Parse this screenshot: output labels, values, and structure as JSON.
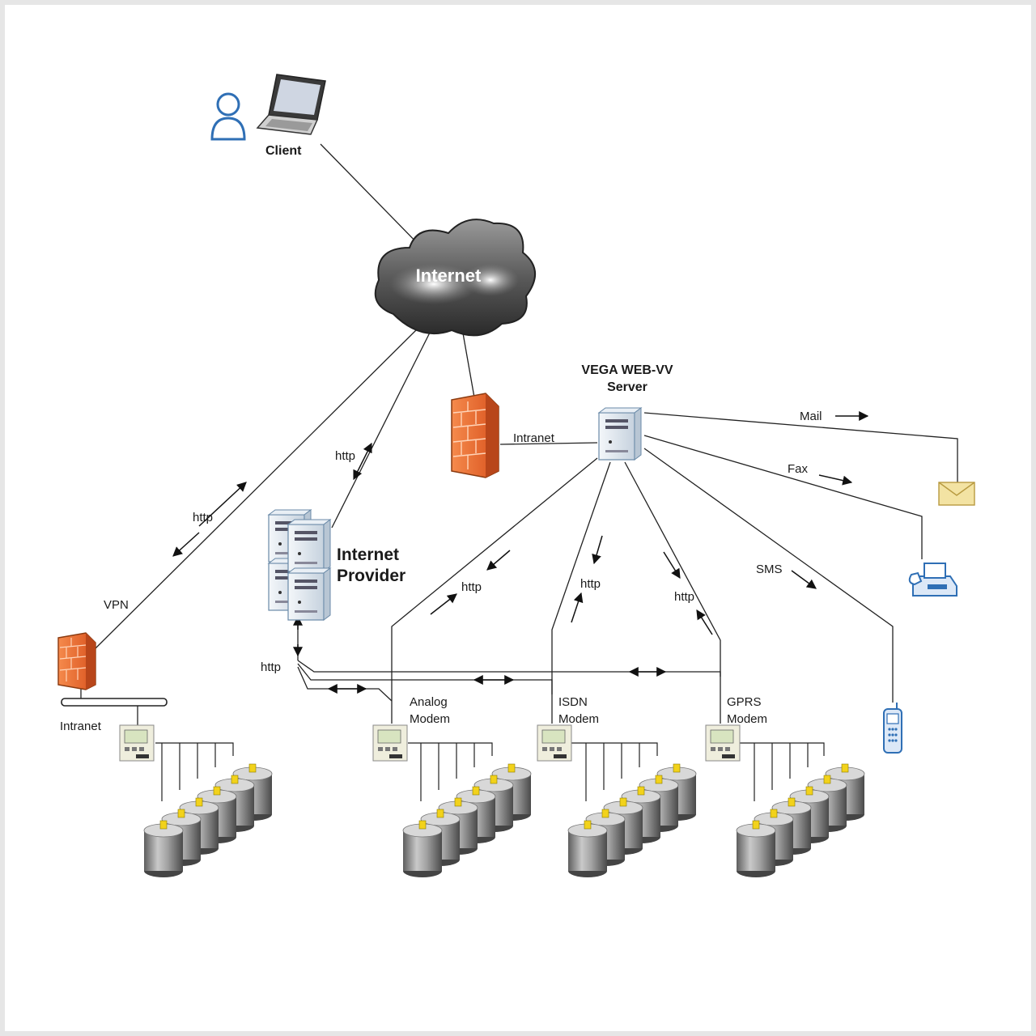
{
  "labels": {
    "client": "Client",
    "internet": "Internet",
    "server_line1": "VEGA WEB-VV",
    "server_line2": "Server",
    "internet_provider_line1": "Internet",
    "internet_provider_line2": "Provider",
    "intranet_server": "Intranet",
    "intranet_left": "Intranet",
    "vpn": "VPN",
    "http_vpn": "http",
    "http_provider": "http",
    "http_provider_bottom": "http",
    "http_analog": "http",
    "http_isdn": "http",
    "http_gprs": "http",
    "mail": "Mail",
    "fax": "Fax",
    "sms": "SMS",
    "analog_line1": "Analog",
    "analog_line2": "Modem",
    "isdn_line1": "ISDN",
    "isdn_line2": "Modem",
    "gprs_line1": "GPRS",
    "gprs_line2": "Modem"
  },
  "icons": {
    "user": "user-icon",
    "laptop": "laptop-icon",
    "cloud": "cloud-icon",
    "firewall": "firewall-icon",
    "server": "server-icon",
    "provider_servers": "server-rack-icon",
    "mail": "envelope-icon",
    "fax": "fax-icon",
    "phone": "mobile-phone-icon",
    "controller": "controller-unit-icon",
    "tanks": "tank-group-icon"
  },
  "colors": {
    "firewall": "#f07a3c",
    "server": "#dfe8f0",
    "tank": "#8c8c8c",
    "sensor": "#f2d21b",
    "icon_blue": "#2f6fb5"
  }
}
